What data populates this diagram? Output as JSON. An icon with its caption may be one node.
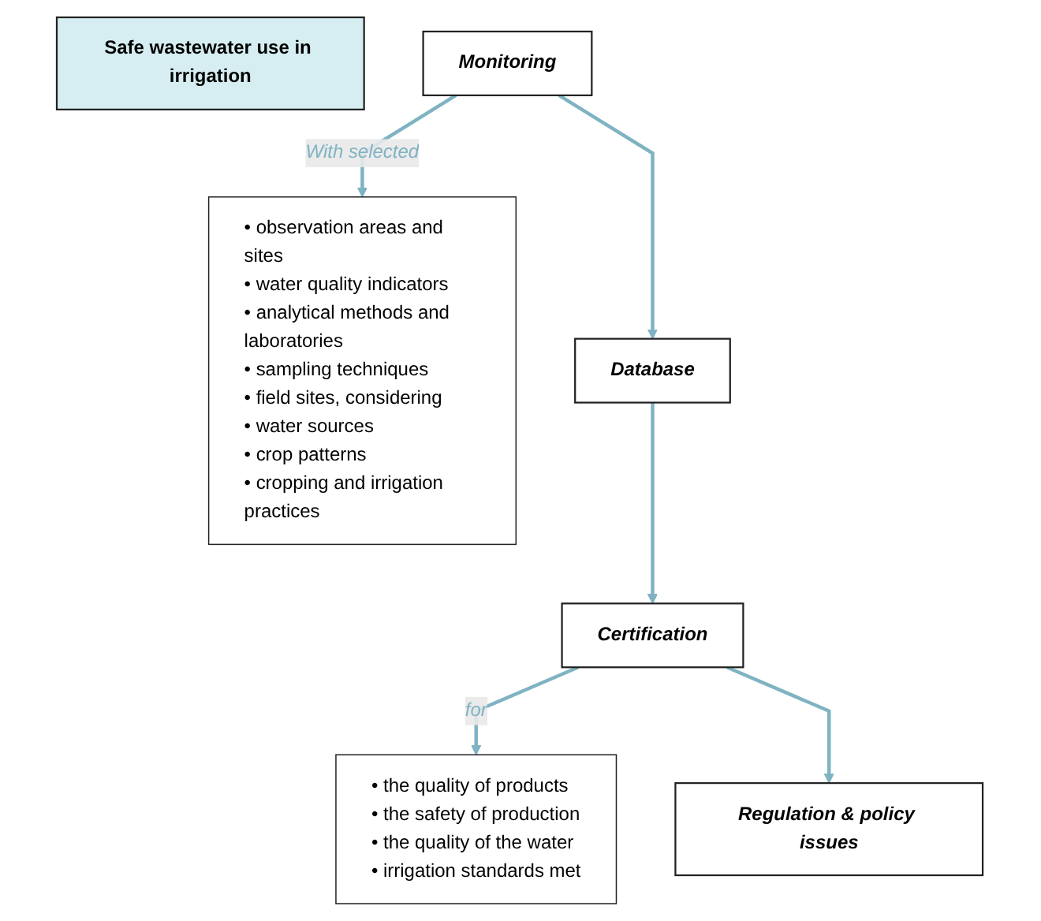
{
  "diagram": {
    "nodes": [
      {
        "text": [
          "Safe wastewater use in irrigation"
        ]
      },
      {
        "text": [
          "Monitoring"
        ]
      },
      {
        "text": [
          "• observation areas and sites",
          "• water quality indicators",
          "• analytical methods and laboratories",
          "• sampling techniques",
          "• field sites, considering",
          "• water sources",
          "• crop patterns",
          "• cropping and irrigation practices"
        ]
      },
      {
        "text": [
          "Database"
        ]
      },
      {
        "text": [
          "Certification"
        ]
      },
      {
        "text": [
          "• the quality of products",
          "• the safety of production",
          "• the quality of the water",
          "• irrigation standards met"
        ]
      },
      {
        "text": [
          "Regulation & policy issues"
        ]
      }
    ],
    "edges": [
      {
        "from": 1,
        "to": 2,
        "arrow": "to",
        "label": "With selected"
      },
      {
        "from": 1,
        "to": 3,
        "arrow": "to"
      },
      {
        "from": 3,
        "to": 4,
        "arrow": "to"
      },
      {
        "from": 4,
        "to": 5,
        "arrow": "to",
        "label": "for"
      },
      {
        "from": 4,
        "to": 6,
        "arrow": "to"
      }
    ]
  }
}
